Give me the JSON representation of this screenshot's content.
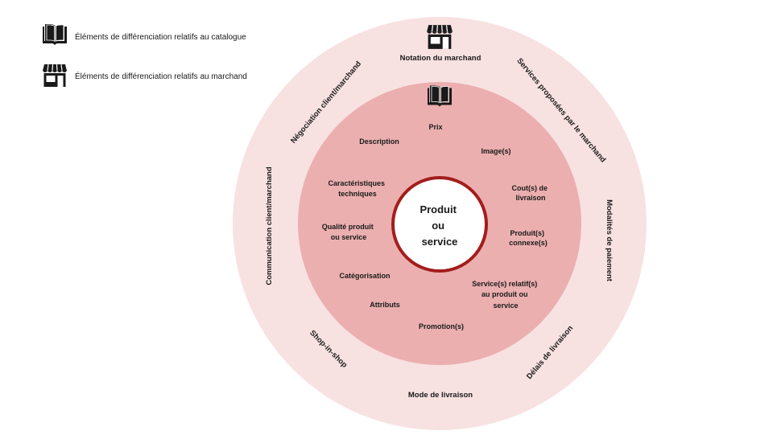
{
  "legend": [
    {
      "icon": "book-icon",
      "text": "Éléments de différenciation relatifs au catalogue"
    },
    {
      "icon": "storefront-icon",
      "text": "Éléments de différenciation relatifs au marchand"
    }
  ],
  "colors": {
    "outer_ring": "#f8e1e1",
    "inner_ring": "#ebafaf",
    "center_fill": "#ffffff",
    "center_stroke": "#a31d1d",
    "icon": "#1a1a1a",
    "text": "#1a1a1a"
  },
  "center": {
    "lines": [
      "Produit",
      "ou",
      "service"
    ]
  },
  "outer_ring": {
    "icon": "storefront-icon",
    "labels": [
      "Notation du marchand",
      "Services proposées par le marchand",
      "Modalités de paiement",
      "Délais de livraison",
      "Mode de livraison",
      "Shop-in-shop",
      "Communication client/marchand",
      "Négociation client/marchand"
    ]
  },
  "inner_ring": {
    "icon": "book-icon",
    "labels": [
      [
        "Prix"
      ],
      [
        "Image(s)"
      ],
      [
        "Cout(s) de",
        "livraison"
      ],
      [
        "Produit(s)",
        "connexe(s)"
      ],
      [
        "Service(s) relatif(s)",
        "au produit ou",
        "service"
      ],
      [
        "Promotion(s)"
      ],
      [
        "Attributs"
      ],
      [
        "Catégorisation"
      ],
      [
        "Qualité produit",
        "ou service"
      ],
      [
        "Caractéristiques",
        "techniques"
      ],
      [
        "Description"
      ]
    ]
  }
}
